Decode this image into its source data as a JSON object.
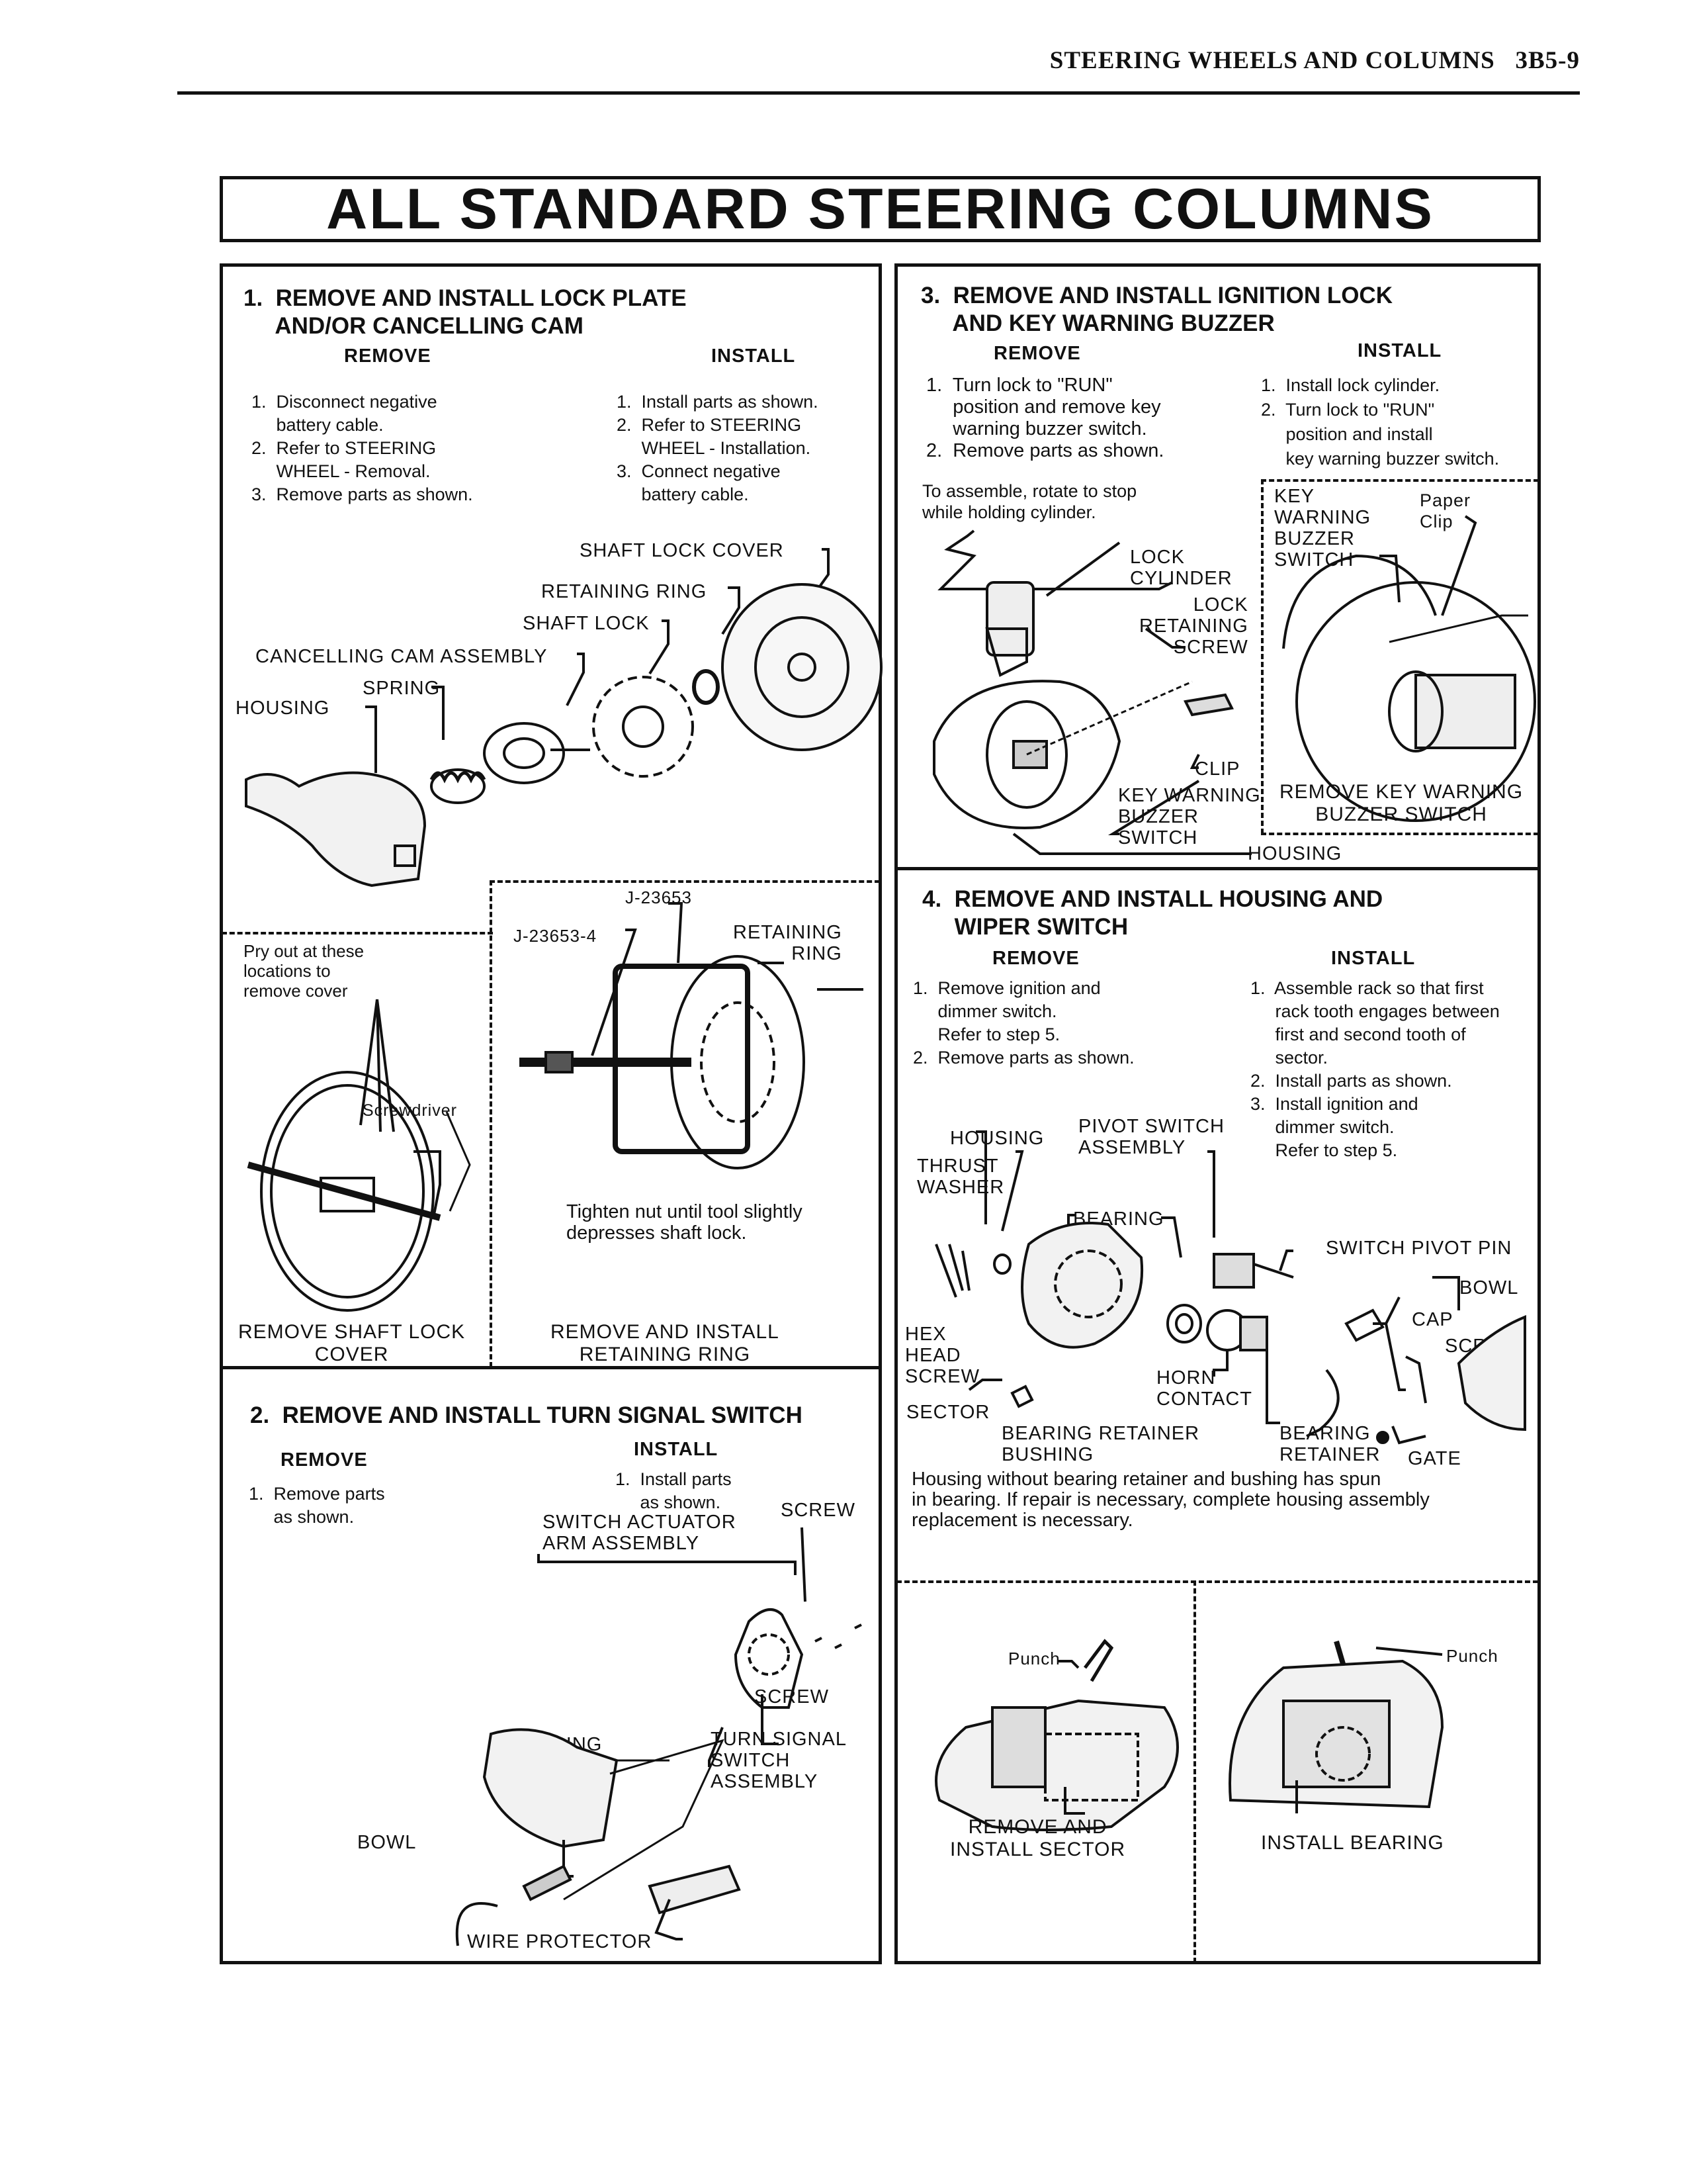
{
  "header": {
    "section": "STEERING WHEELS AND COLUMNS",
    "page": "3B5-9"
  },
  "title": "ALL STANDARD STEERING COLUMNS",
  "step1": {
    "heading": "1.  REMOVE AND INSTALL LOCK PLATE\n     AND/OR CANCELLING CAM",
    "remove_head": "REMOVE",
    "install_head": "INSTALL",
    "remove_steps": "1.  Disconnect negative\n     battery cable.\n2.  Refer to STEERING\n     WHEEL - Removal.\n3.  Remove parts as shown.",
    "install_steps": "1.  Install parts as shown.\n2.  Refer to STEERING\n     WHEEL - Installation.\n3.  Connect negative\n     battery cable.",
    "labels": {
      "shaft_lock_cover": "SHAFT LOCK COVER",
      "retaining_ring": "RETAINING RING",
      "shaft_lock": "SHAFT LOCK",
      "cancelling_cam": "CANCELLING CAM ASSEMBLY",
      "spring": "SPRING",
      "housing": "HOUSING"
    },
    "sub_a_note": "Pry out at these\nlocations to\nremove cover",
    "sub_a_screwdriver": "Screwdriver",
    "sub_a_caption": "REMOVE SHAFT LOCK\nCOVER",
    "sub_b_tool1": "J-23653",
    "sub_b_tool2": "J-23653-4",
    "sub_b_ring": "RETAINING\nRING",
    "sub_b_note": "Tighten nut until tool slightly\ndepresses shaft lock.",
    "sub_b_caption": "REMOVE AND INSTALL\nRETAINING RING"
  },
  "step2": {
    "heading": "2.  REMOVE AND INSTALL TURN SIGNAL SWITCH",
    "remove_head": "REMOVE",
    "install_head": "INSTALL",
    "remove_steps": "1.  Remove parts\n     as shown.",
    "install_steps": "1.  Install parts\n     as shown.",
    "labels": {
      "actuator": "SWITCH ACTUATOR\nARM ASSEMBLY",
      "screw_top": "SCREW",
      "screw_mid": "SCREW",
      "housing": "HOUSING",
      "turn_signal": "TURN SIGNAL\nSWITCH\nASSEMBLY",
      "bowl": "BOWL",
      "wire_protector": "WIRE PROTECTOR"
    }
  },
  "step3": {
    "heading": "3.  REMOVE AND INSTALL IGNITION LOCK\n     AND KEY WARNING BUZZER",
    "remove_head": "REMOVE",
    "install_head": "INSTALL",
    "remove_steps": "1.  Turn lock to \"RUN\"\n     position and remove key\n     warning buzzer switch.\n2.  Remove parts as shown.",
    "install_steps": "1.  Install lock cylinder.\n2.  Turn lock to \"RUN\"\n     position and install\n     key warning buzzer switch.",
    "note": "To assemble, rotate to stop\nwhile holding cylinder.",
    "labels": {
      "lock_cylinder": "LOCK\nCYLINDER",
      "lock_retaining_screw": "LOCK\nRETAINING\nSCREW",
      "clip": "CLIP",
      "key_warning_switch": "KEY WARNING\nBUZZER\nSWITCH",
      "housing": "HOUSING",
      "buzzer_switch_inset": "KEY\nWARNING\nBUZZER\nSWITCH",
      "paper_clip": "Paper\nClip"
    },
    "inset_caption": "REMOVE KEY WARNING\nBUZZER SWITCH"
  },
  "step4": {
    "heading": "4.  REMOVE AND INSTALL HOUSING AND\n     WIPER SWITCH",
    "remove_head": "REMOVE",
    "install_head": "INSTALL",
    "remove_steps": "1.  Remove ignition and\n     dimmer switch.\n     Refer to step 5.\n2.  Remove parts as shown.",
    "install_steps": "1.  Assemble rack so that first\n     rack tooth engages between\n     first and second tooth of\n     sector.\n2.  Install parts as shown.\n3.  Install ignition and\n     dimmer switch.\n     Refer to step 5.",
    "labels": {
      "housing": "HOUSING",
      "thrust_washer": "THRUST\nWASHER",
      "pivot_switch": "PIVOT SWITCH\nASSEMBLY",
      "bearing": "BEARING",
      "switch_pivot_pin": "SWITCH PIVOT PIN",
      "bowl": "BOWL",
      "cap": "CAP",
      "screw": "SCREW",
      "hex_head_screw": "HEX\nHEAD\nSCREW",
      "horn_contact": "HORN\nCONTACT",
      "sector": "SECTOR",
      "bearing_retainer_bushing": "BEARING RETAINER\nBUSHING",
      "bearing_retainer": "BEARING\nRETAINER",
      "gate": "GATE"
    },
    "note": "Housing without bearing retainer and bushing has spun\nin bearing. If repair is necessary, complete housing assembly\nreplacement is necessary.",
    "sub_left_punch": "Punch",
    "sub_left_caption": "REMOVE AND\nINSTALL SECTOR",
    "sub_right_punch": "Punch",
    "sub_right_caption": "INSTALL BEARING"
  }
}
